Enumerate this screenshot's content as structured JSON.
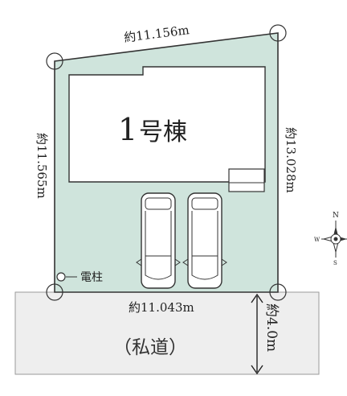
{
  "plot": {
    "building_label_num": "1",
    "building_label_text": "号棟",
    "dimensions": {
      "top": "約11.156m",
      "left": "約11.565m",
      "right": "約13.028m",
      "bottom": "約11.043m",
      "road_width": "約4.0m"
    },
    "pole_label": "電柱",
    "road_label": "（私道）",
    "compass": {
      "north": "N",
      "south": "S",
      "west": "W"
    }
  },
  "colors": {
    "lot_fill": "#cfe4dc",
    "road_fill": "#eeeeee",
    "line": "#333333"
  }
}
